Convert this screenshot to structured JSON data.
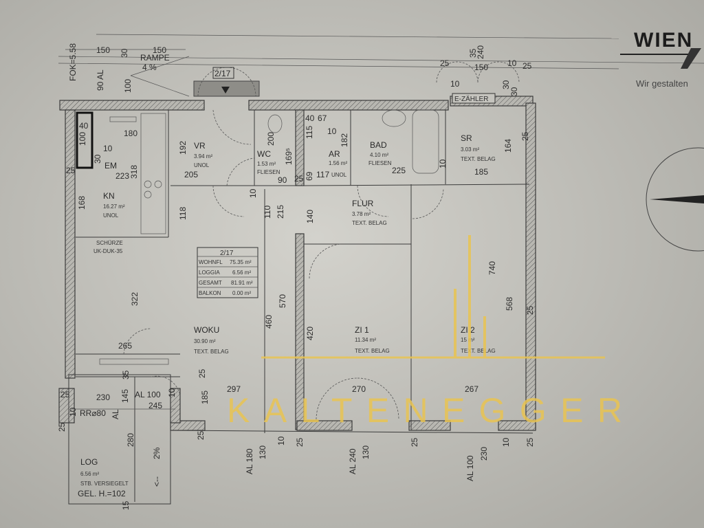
{
  "logo": {
    "name": "WIEN",
    "tagline": "Wir gestalten"
  },
  "watermark": {
    "text": "KALTENEGGER",
    "color": "#e9c452"
  },
  "entrance_label": "2/17",
  "ramp": {
    "label": "RAMPE",
    "slope": "4 %"
  },
  "meter_label": "E-ZÄHLER",
  "area_table": {
    "title": "2/17",
    "rows": [
      {
        "label": "WOHNFL",
        "value": "75.35 m²"
      },
      {
        "label": "LOGGIA",
        "value": "6.56 m²"
      },
      {
        "label": "GESAMT",
        "value": "81.91 m²"
      },
      {
        "label": "BALKON",
        "value": "0.00 m²"
      }
    ]
  },
  "rooms": [
    {
      "name": "VR",
      "area": "3.94 m²",
      "floor": "UNOL"
    },
    {
      "name": "WC",
      "area": "1.53 m²",
      "floor": "FLIESEN"
    },
    {
      "name": "AR",
      "area": "1.56 m²",
      "floor": "UNOL"
    },
    {
      "name": "BAD",
      "area": "4.10 m²",
      "floor": "FLIESEN"
    },
    {
      "name": "SR",
      "area": "3.03 m²",
      "floor": "TEXT. BELAG"
    },
    {
      "name": "KN",
      "area": "16.27 m²",
      "floor": "UNOL"
    },
    {
      "name": "FLUR",
      "area": "3.78 m²",
      "floor": "TEXT. BELAG"
    },
    {
      "name": "WOKU",
      "area": "30.90 m²",
      "floor": "TEXT. BELAG"
    },
    {
      "name": "ZI 1",
      "area": "11.34 m²",
      "floor": "TEXT. BELAG"
    },
    {
      "name": "ZI 2",
      "area": "15 m²",
      "floor": "TEXT. BELAG"
    },
    {
      "name": "LOG",
      "area": "6.56 m²",
      "floor": "STB. VERSIEGELT"
    }
  ],
  "notes": {
    "apron": "SCHÜRZE",
    "apron_code": "UK-DUK-35",
    "railing": "GEL. H.=102",
    "em": "EM",
    "drain": "RR⌀80",
    "slope": "2%",
    "arrow": "<--"
  },
  "dimensions": [
    "FOK=5.58",
    "150",
    "30",
    "150",
    "90 AL",
    "100",
    "35",
    "240",
    "25",
    "150",
    "10",
    "25",
    "10",
    "30",
    "30",
    "40",
    "180",
    "100",
    "10",
    "30",
    "223",
    "318",
    "25",
    "168",
    "192",
    "205",
    "118",
    "200",
    "169⁵",
    "10",
    "90",
    "25",
    "40",
    "115",
    "67",
    "10",
    "182",
    "69",
    "117",
    "225",
    "10",
    "185",
    "164",
    "25",
    "110",
    "215",
    "140",
    "322",
    "570",
    "460",
    "420",
    "740",
    "568",
    "25",
    "265",
    "25",
    "185",
    "297",
    "270",
    "267",
    "25",
    "230",
    "AL",
    "145",
    "35",
    "AL 100",
    "10",
    "245",
    "10",
    "25",
    "280",
    "15",
    "25",
    "AL 180",
    "130",
    "10",
    "AL 240",
    "130",
    "AL 100",
    "230",
    "10",
    "25",
    "25",
    "25"
  ]
}
